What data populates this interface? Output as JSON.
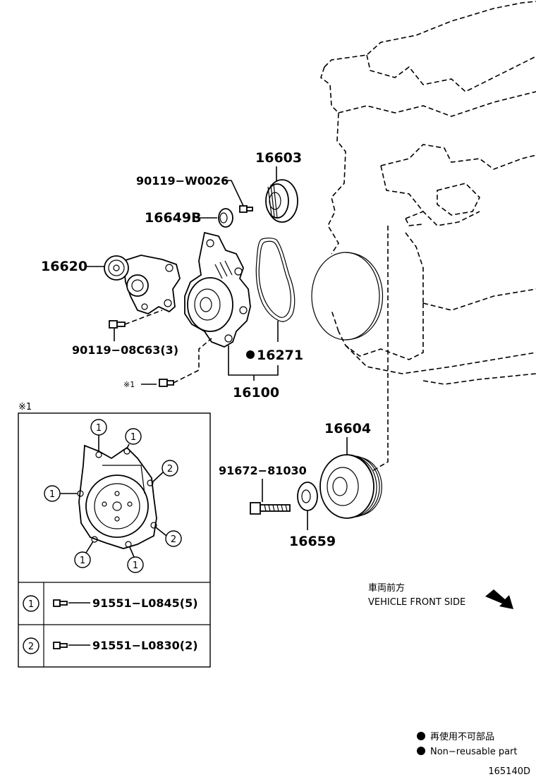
{
  "labels": {
    "p16603": "16603",
    "p90119w": "90119−W0026",
    "p16649b": "16649B",
    "p16620": "16620",
    "p90119c": "90119−08C63(3)",
    "p16271": "16271",
    "p16100": "16100",
    "note_mark": "※1",
    "p16604": "16604",
    "p91672": "91672−81030",
    "p16659": "16659"
  },
  "detail": {
    "title": "※1",
    "callout_1": "1",
    "callout_2": "2",
    "rows": [
      {
        "num": "1",
        "part": "91551−L0845(5)"
      },
      {
        "num": "2",
        "part": "91551−L0830(2)"
      }
    ]
  },
  "front": {
    "jp": "車両前方",
    "en": "VEHICLE FRONT SIDE"
  },
  "legend": {
    "jp": "再使用不可部品",
    "en": "Non−reusable part"
  },
  "figure_id": "165140D"
}
